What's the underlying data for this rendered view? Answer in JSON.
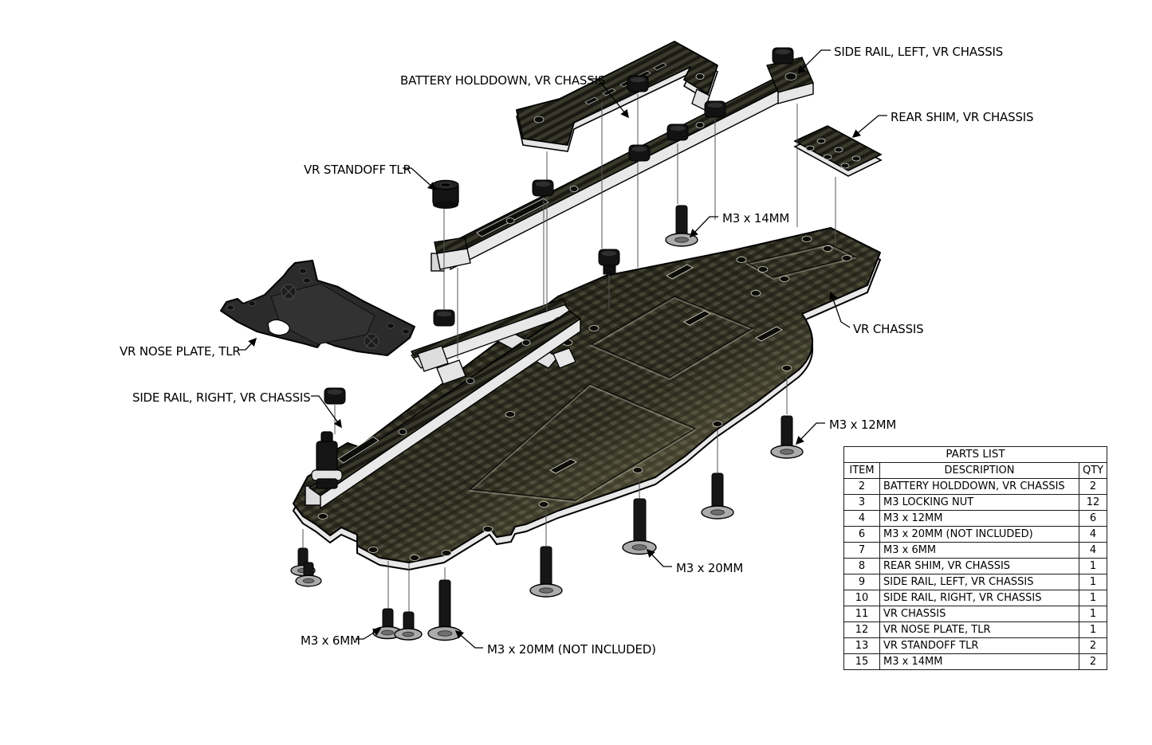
{
  "page": {
    "background": "#ffffff"
  },
  "diagram": {
    "labels": {
      "battery_holddown": "BATTERY HOLDDOWN, VR CHASSIS",
      "side_rail_left": "SIDE RAIL, LEFT, VR CHASSIS",
      "rear_shim": "REAR SHIM, VR CHASSIS",
      "vr_standoff": "VR STANDOFF TLR",
      "m3x14": "M3 x 14MM",
      "vr_chassis": "VR CHASSIS",
      "vr_nose_plate": "VR NOSE PLATE, TLR",
      "side_rail_right": "SIDE RAIL, RIGHT, VR CHASSIS",
      "m3x12": "M3 x 12MM",
      "m3x20": "M3 x 20MM",
      "m3x6": "M3 x 6MM",
      "m3x20_not_included": "M3 x 20MM (NOT INCLUDED)"
    },
    "colors": {
      "carbon_dark": "#1b1b14",
      "carbon_light": "#3a3a2c",
      "carbon_sheen": "#cfc68c",
      "edge_silver": "#e8e8e8",
      "part_black": "#2b2b2b",
      "screw_head_gray": "#ababab",
      "line_gray": "#555555"
    }
  },
  "parts_list": {
    "title": "PARTS LIST",
    "columns": [
      "ITEM",
      "DESCRIPTION",
      "QTY"
    ],
    "rows": [
      {
        "item": "2",
        "description": "BATTERY HOLDDOWN, VR CHASSIS",
        "qty": "2"
      },
      {
        "item": "3",
        "description": "M3 LOCKING NUT",
        "qty": "12"
      },
      {
        "item": "4",
        "description": "M3 x 12MM",
        "qty": "6"
      },
      {
        "item": "6",
        "description": "M3 x 20MM (NOT INCLUDED)",
        "qty": "4"
      },
      {
        "item": "7",
        "description": "M3 x 6MM",
        "qty": "4"
      },
      {
        "item": "8",
        "description": "REAR SHIM, VR CHASSIS",
        "qty": "1"
      },
      {
        "item": "9",
        "description": "SIDE RAIL, LEFT, VR CHASSIS",
        "qty": "1"
      },
      {
        "item": "10",
        "description": "SIDE RAIL, RIGHT, VR CHASSIS",
        "qty": "1"
      },
      {
        "item": "11",
        "description": "VR CHASSIS",
        "qty": "1"
      },
      {
        "item": "12",
        "description": "VR NOSE PLATE, TLR",
        "qty": "1"
      },
      {
        "item": "13",
        "description": "VR STANDOFF TLR",
        "qty": "2"
      },
      {
        "item": "15",
        "description": "M3 x 14MM",
        "qty": "2"
      }
    ]
  }
}
